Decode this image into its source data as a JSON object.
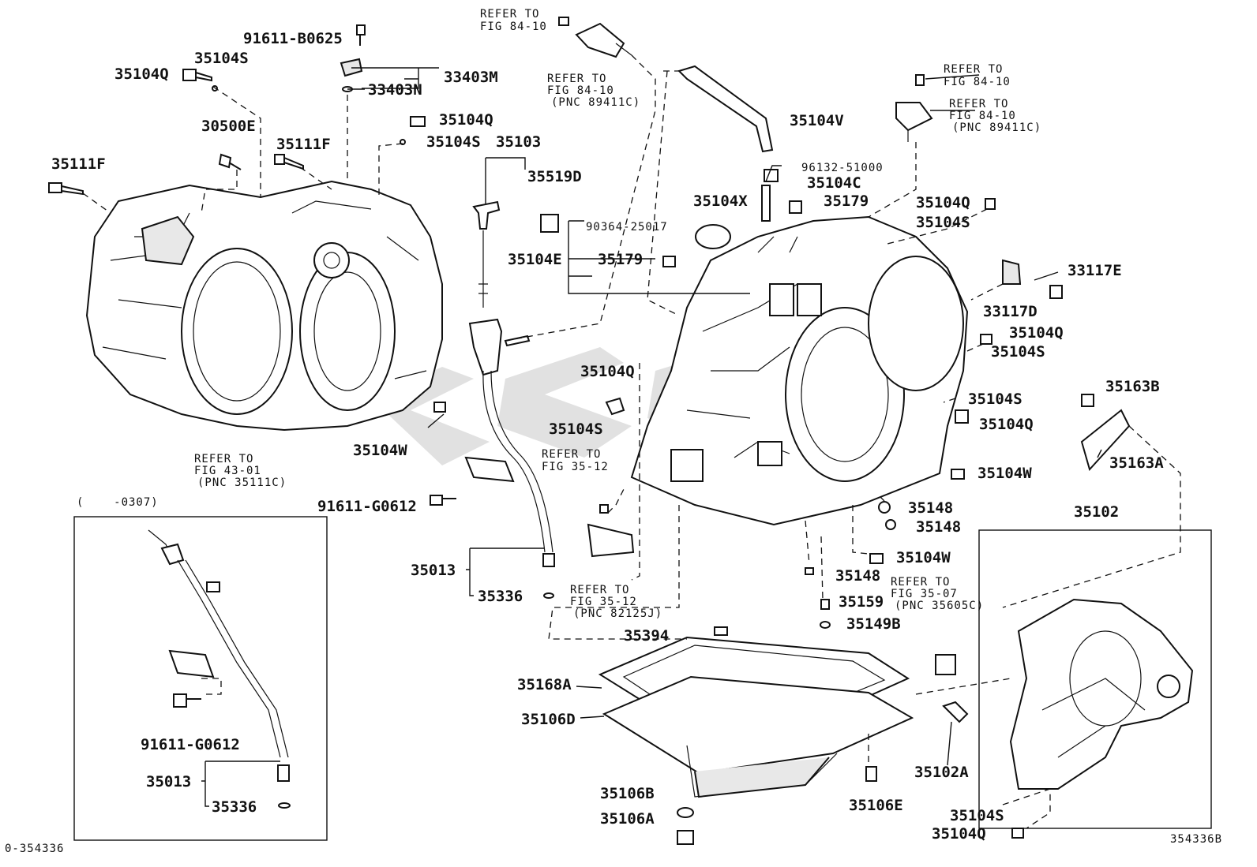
{
  "figure": {
    "code_left": "0-354336",
    "code_right": "354336B",
    "inset_range": "(    -0307)"
  },
  "labels": {
    "l_91611_B0625": "91611-B0625",
    "l_35104S_a": "35104S",
    "l_35104Q_a": "35104Q",
    "l_33403M": "33403M",
    "l_33403N": "33403N",
    "l_35104Q_b": "35104Q",
    "l_35104S_b": "35104S",
    "l_35103": "35103",
    "l_30500E": "30500E",
    "l_35111F_a": "35111F",
    "l_35111F_b": "35111F",
    "l_35519D": "35519D",
    "l_35104E": "35104E",
    "l_90364_25017": "90364-25017",
    "l_35179_a": "35179",
    "l_35104V": "35104V",
    "l_96132_51000": "96132-51000",
    "l_35104C": "35104C",
    "l_35104X": "35104X",
    "l_35179_b": "35179",
    "l_35104Q_c": "35104Q",
    "l_35104S_c": "35104S",
    "l_33117E": "33117E",
    "l_33117D": "33117D",
    "l_35104Q_d": "35104Q",
    "l_35104S_d": "35104S",
    "l_35104S_e": "35104S",
    "l_35104Q_e": "35104Q",
    "l_35163B": "35163B",
    "l_35163A": "35163A",
    "l_35104Q_f": "35104Q",
    "l_35104S_f": "35104S",
    "l_35104W_a": "35104W",
    "l_35104W_b": "35104W",
    "l_35148_a": "35148",
    "l_35148_b": "35148",
    "l_35104W_c": "35104W",
    "l_35148_c": "35148",
    "l_35159": "35159",
    "l_35149B": "35149B",
    "l_35102": "35102",
    "l_91611_G0612_a": "91611-G0612",
    "l_35013_a": "35013",
    "l_35336_a": "35336",
    "l_35394": "35394",
    "l_35168A": "35168A",
    "l_35106D": "35106D",
    "l_35106B": "35106B",
    "l_35106A": "35106A",
    "l_35106E": "35106E",
    "l_35102A": "35102A",
    "l_35104S_g": "35104S",
    "l_35104Q_g": "35104Q",
    "l_91611_G0612_b": "91611-G0612",
    "l_35013_b": "35013",
    "l_35336_b": "35336"
  },
  "references": {
    "r1": [
      "REFER TO",
      "FIG 84-10"
    ],
    "r2": [
      "REFER TO",
      "FIG 84-10",
      "(PNC 89411C)"
    ],
    "r3": [
      "REFER TO",
      "FIG 84-10"
    ],
    "r4": [
      "REFER TO",
      "FIG 84-10",
      "(PNC 89411C)"
    ],
    "r5": [
      "REFER TO",
      "FIG 43-01",
      "(PNC 35111C)"
    ],
    "r6": [
      "REFER TO",
      "FIG 35-12"
    ],
    "r7": [
      "REFER TO",
      "FIG 35-12",
      "(PNC 82125J)"
    ],
    "r8": [
      "REFER TO",
      "FIG 35-07",
      "(PNC 35605C)"
    ]
  }
}
